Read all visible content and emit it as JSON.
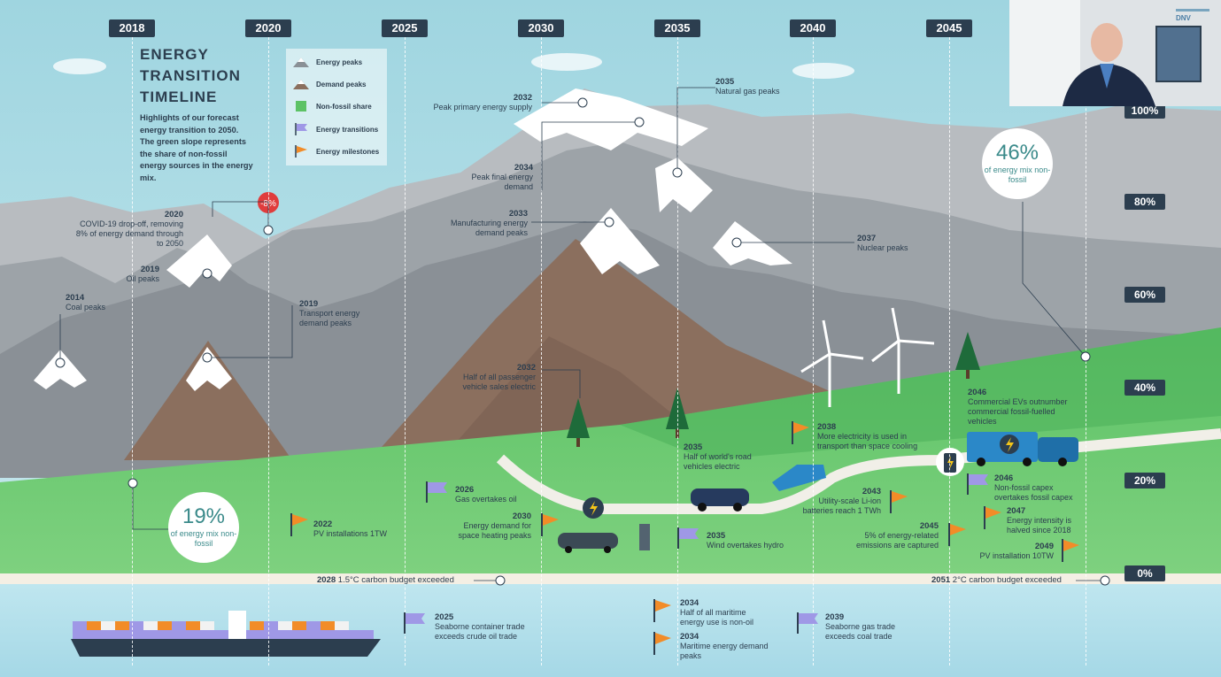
{
  "years": [
    "2018",
    "2020",
    "2025",
    "2030",
    "2035",
    "2040",
    "2045"
  ],
  "title_lines": [
    "ENERGY",
    "TRANSITION",
    "TIMELINE"
  ],
  "intro": "Highlights of our forecast energy transition to 2050. The green slope represents the share of non-fossil energy sources in the energy mix.",
  "legend": [
    {
      "label": "Energy peaks",
      "icon": "snow-peak-icon"
    },
    {
      "label": "Demand peaks",
      "icon": "brown-peak-icon"
    },
    {
      "label": "Non-fossil share",
      "icon": "green-square-icon"
    },
    {
      "label": "Energy transitions",
      "icon": "purple-flag-icon"
    },
    {
      "label": "Energy milestones",
      "icon": "orange-flag-icon"
    }
  ],
  "axis_pcts": [
    "100%",
    "80%",
    "60%",
    "40%",
    "20%",
    "0%"
  ],
  "covid_badge": "-8%",
  "annotations": {
    "coal": {
      "year": "2014",
      "text": "Coal peaks"
    },
    "covid": {
      "year": "2020",
      "text": "COVID-19 drop-off, removing 8% of energy demand through to 2050"
    },
    "oil": {
      "year": "2019",
      "text": "Oil peaks"
    },
    "transport": {
      "year": "2019",
      "text": "Transport energy demand peaks"
    },
    "primary": {
      "year": "2032",
      "text": "Peak primary energy supply"
    },
    "final": {
      "year": "2034",
      "text": "Peak final energy demand"
    },
    "manufacturing": {
      "year": "2033",
      "text": "Manufacturing energy demand peaks"
    },
    "gas": {
      "year": "2035",
      "text": "Natural gas peaks"
    },
    "nuclear": {
      "year": "2037",
      "text": "Nuclear peaks"
    },
    "ev": {
      "year": "2032",
      "text": "Half of all passenger vehicle sales electric"
    },
    "road": {
      "year": "2035",
      "text": "Half of world's road vehicles electric"
    },
    "elec": {
      "year": "2038",
      "text": "More electricity is used in transport than space cooling"
    },
    "commercial_ev": {
      "year": "2046",
      "text": "Commercial EVs outnumber commercial fossil-fuelled vehicles"
    },
    "gas_oil": {
      "year": "2026",
      "text": "Gas overtakes oil"
    },
    "pv1": {
      "year": "2022",
      "text": "PV installations 1TW"
    },
    "heating": {
      "year": "2030",
      "text": "Energy demand for space heating peaks"
    },
    "wind": {
      "year": "2035",
      "text": "Wind overtakes hydro"
    },
    "battery": {
      "year": "2043",
      "text": "Utility-scale Li-ion batteries reach 1 TWh"
    },
    "captured": {
      "year": "2045",
      "text": "5% of energy-related emissions are captured"
    },
    "capex": {
      "year": "2046",
      "text": "Non-fossil capex overtakes fossil capex"
    },
    "intensity": {
      "year": "2047",
      "text": "Energy intensity is halved since 2018"
    },
    "pv10": {
      "year": "2049",
      "text": "PV installation 10TW"
    },
    "container": {
      "year": "2025",
      "text": "Seaborne container trade exceeds crude oil trade"
    },
    "maritime_nonoil": {
      "year": "2034",
      "text": "Half of all maritime energy use is non-oil"
    },
    "maritime_peak": {
      "year": "2034",
      "text": "Maritime energy demand peaks"
    },
    "seagas": {
      "year": "2039",
      "text": "Seaborne gas trade exceeds coal trade"
    }
  },
  "share_2018": {
    "value": "19%",
    "label": "of energy mix non-fossil"
  },
  "share_2050": {
    "value": "46%",
    "label": "of energy mix non-fossil"
  },
  "budget_15": {
    "year": "2028",
    "text": "1.5°C carbon budget exceeded"
  },
  "budget_2": {
    "year": "2051",
    "text": "2°C carbon budget exceeded"
  },
  "brand": "DNV",
  "colors": {
    "navy": "#2c3e4f",
    "green": "#5cc265",
    "sky": "#bfe3ea",
    "orange": "#f28c28",
    "purple": "#9f98e6"
  }
}
